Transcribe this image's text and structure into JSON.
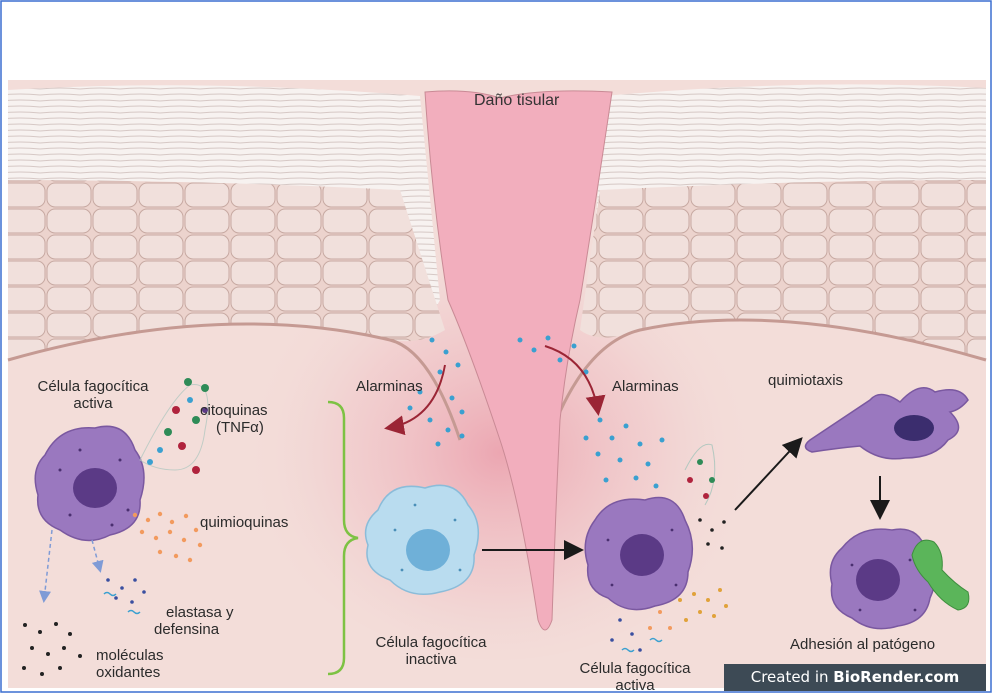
{
  "labels": {
    "dano_tisular": "Daño tisular",
    "alarminas_left": "Alarminas",
    "alarminas_right": "Alarminas",
    "celula_activa_left_1": "Célula fagocítica",
    "celula_activa_left_2": "activa",
    "citoquinas_1": "citoquinas",
    "citoquinas_2": "(TNFα)",
    "quimioquinas": "quimioquinas",
    "elastasa_1": "elastasa y",
    "elastasa_2": "defensina",
    "moleculas_1": "moléculas",
    "moleculas_2": "oxidantes",
    "inactiva_1": "Célula fagocítica",
    "inactiva_2": "inactiva",
    "activa_right_1": "Célula fagocítica",
    "activa_right_2": "activa",
    "quimiotaxis": "quimiotaxis",
    "adhesion": "Adhesión al patógeno"
  },
  "credit": {
    "prefix": "Created in ",
    "brand": "BioRender.com"
  },
  "colors": {
    "tissue_background": "#f3ddd9",
    "wound": "#f2aebd",
    "skin_top": "#f4efed",
    "active_cell": "#9a78bf",
    "inactive_cell": "#b9dcef",
    "nucleus_active": "#5b3a86",
    "nucleus_inactive": "#6fb0d8",
    "arrow_red": "#9b2535",
    "bracket_green": "#7dc243",
    "pathogen": "#5bb55a",
    "credit_bar": "#3d4a55"
  }
}
